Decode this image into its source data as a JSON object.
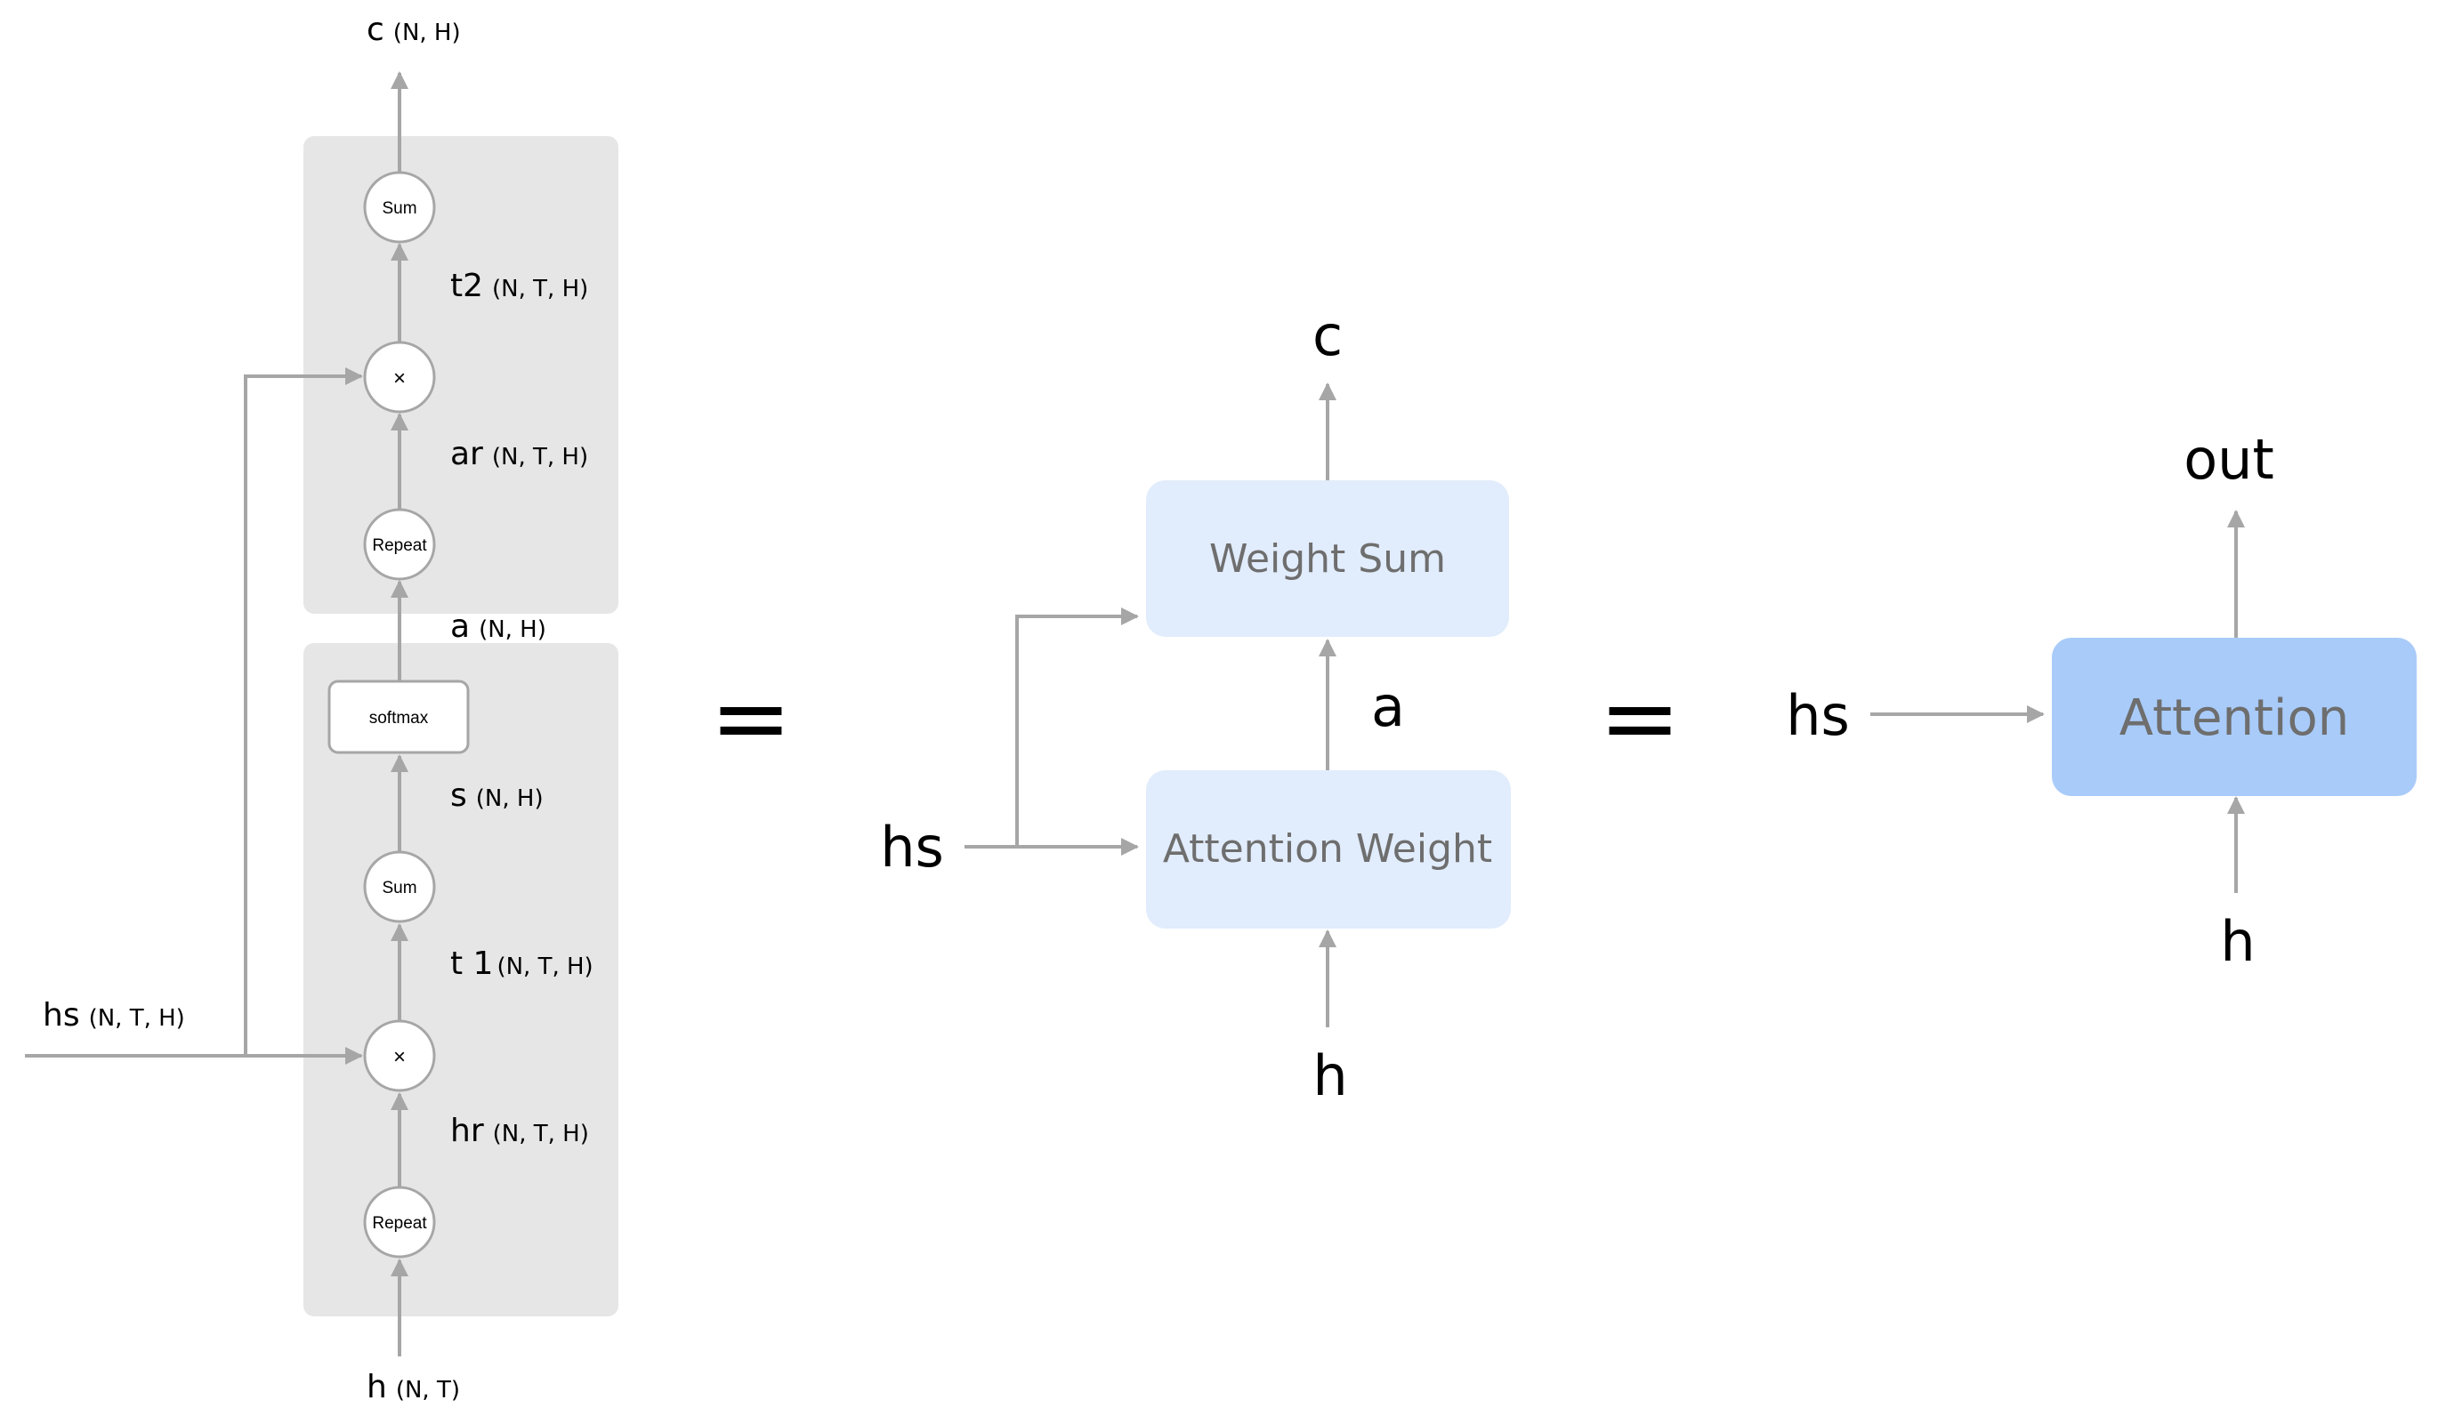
{
  "detail": {
    "output": {
      "name": "c",
      "shape": "(N, H)"
    },
    "upper_group": {
      "sum_node": "Sum",
      "t2": {
        "name": "t2",
        "shape": "(N, T, H)"
      },
      "mul_node": "×",
      "ar": {
        "name": "ar",
        "shape": "(N, T, H)"
      },
      "repeat_node": "Repeat"
    },
    "a": {
      "name": "a",
      "shape": "(N, H)"
    },
    "lower_group": {
      "softmax_node": "softmax",
      "s": {
        "name": "s",
        "shape": "(N, H)"
      },
      "sum_node": "Sum",
      "t1": {
        "name": "t 1",
        "shape": "(N, T, H)"
      },
      "mul_node": "×",
      "hr": {
        "name": "hr",
        "shape": "(N, T, H)"
      },
      "repeat_node": "Repeat"
    },
    "hs": {
      "name": "hs",
      "shape": "(N, T, H)"
    },
    "h": {
      "name": "h",
      "shape": "(N, T)"
    },
    "colors": {
      "group_bg": "#e6e6e6",
      "wire": "#a6a6a6"
    }
  },
  "equals_1": "=",
  "middle": {
    "output_label": "c",
    "weight_sum_label": "Weight Sum",
    "a_label": "a",
    "attention_weight_label": "Attention Weight",
    "hs_label": "hs",
    "h_label": "h",
    "colors": {
      "box_fill": "#e1ecfc"
    }
  },
  "equals_2": "=",
  "right": {
    "output_label": "out",
    "attention_label": "Attention",
    "hs_label": "hs",
    "h_label": "h",
    "colors": {
      "box_fill": "#a9cbf9"
    }
  }
}
